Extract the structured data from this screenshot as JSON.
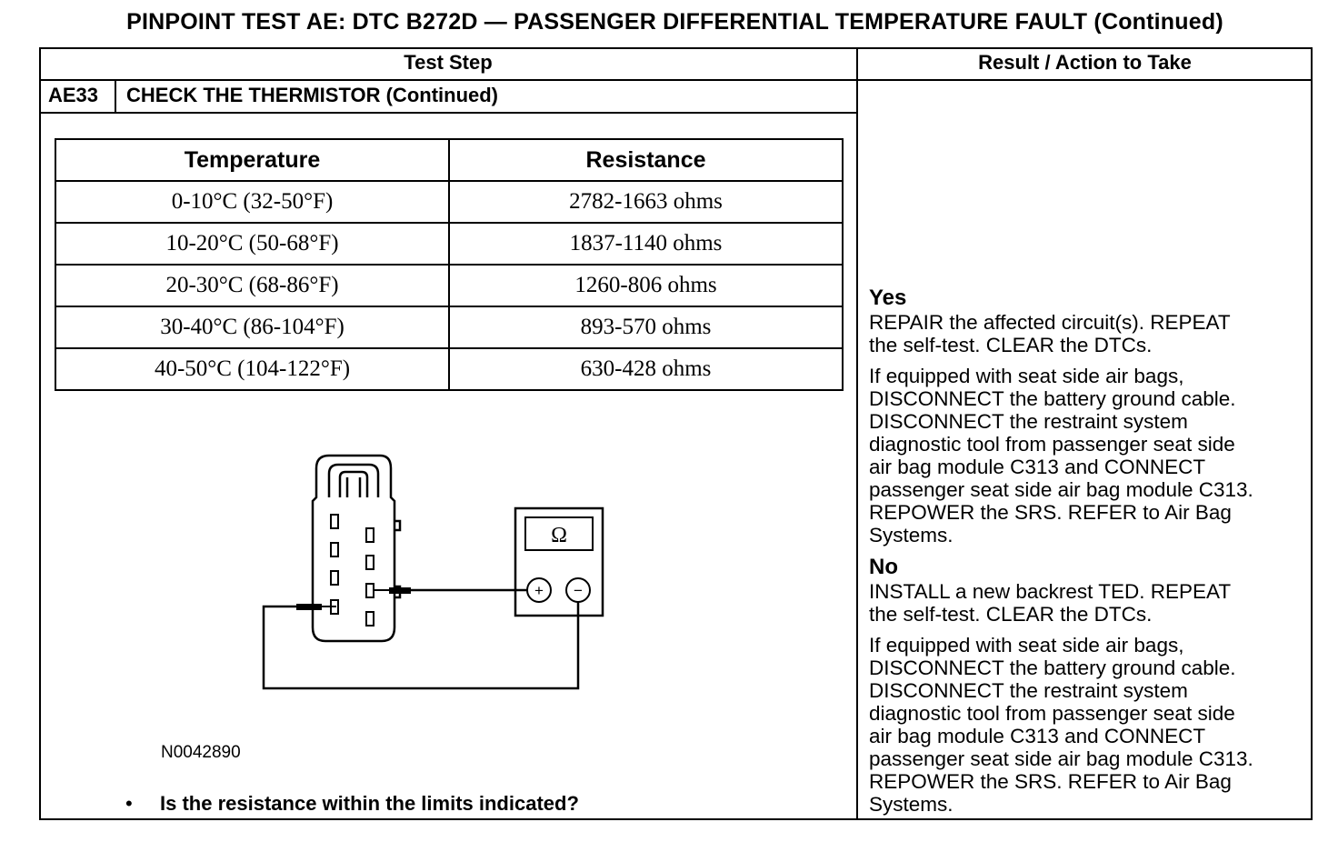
{
  "page": {
    "title": "PINPOINT TEST  AE: DTC B272D — PASSENGER DIFFERENTIAL TEMPERATURE FAULT (Continued)"
  },
  "headers": {
    "test_step": "Test Step",
    "result": "Result / Action to Take"
  },
  "step": {
    "id": "AE33",
    "title": "CHECK THE THERMISTOR (Continued)"
  },
  "table": {
    "columns": [
      "Temperature",
      "Resistance"
    ],
    "rows": [
      [
        "0-10°C (32-50°F)",
        "2782-1663 ohms"
      ],
      [
        "10-20°C (50-68°F)",
        "1837-1140 ohms"
      ],
      [
        "20-30°C (68-86°F)",
        "1260-806 ohms"
      ],
      [
        "30-40°C (86-104°F)",
        "893-570 ohms"
      ],
      [
        "40-50°C (104-122°F)",
        "630-428 ohms"
      ]
    ]
  },
  "diagram": {
    "meter_symbol": "Ω",
    "plus": "+",
    "minus": "−",
    "figure_id": "N0042890"
  },
  "question": {
    "bullet": "•",
    "text": "Is the resistance within the limits indicated?"
  },
  "results": {
    "yes": {
      "label": "Yes",
      "para1": [
        "REPAIR the affected circuit(s). REPEAT",
        "the self-test. CLEAR the DTCs."
      ],
      "para2": [
        "If equipped with seat side air bags,",
        "DISCONNECT the battery ground cable.",
        "DISCONNECT the restraint system",
        "diagnostic tool from passenger seat side",
        "air bag module C313 and CONNECT",
        "passenger seat side air bag module C313.",
        "REPOWER the SRS. REFER  to Air Bag",
        "Systems."
      ]
    },
    "no": {
      "label": "No",
      "para1": [
        "INSTALL a new backrest TED. REPEAT",
        "the self-test. CLEAR the DTCs."
      ],
      "para2": [
        "If equipped with seat side air bags,",
        "DISCONNECT the battery ground cable.",
        "DISCONNECT the restraint system",
        "diagnostic tool from passenger seat side",
        "air bag module C313 and CONNECT",
        "passenger seat side air bag module C313.",
        "REPOWER the SRS. REFER  to Air Bag",
        "Systems."
      ]
    }
  }
}
